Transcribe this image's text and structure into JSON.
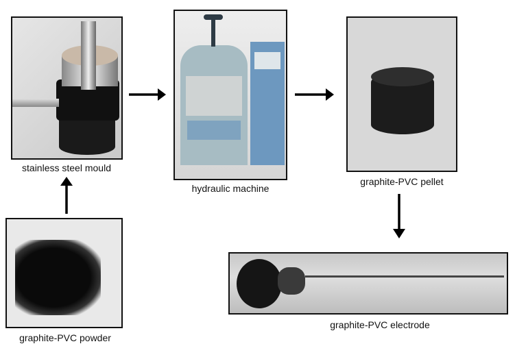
{
  "steps": {
    "mould": {
      "label": "stainless steel mould"
    },
    "machine": {
      "label": "hydraulic machine"
    },
    "pellet": {
      "label": "graphite-PVC pellet"
    },
    "powder": {
      "label": "graphite-PVC powder"
    },
    "electrode": {
      "label": "graphite-PVC electrode"
    }
  },
  "colors": {
    "arrow": "#000000",
    "frame": "#111111"
  }
}
